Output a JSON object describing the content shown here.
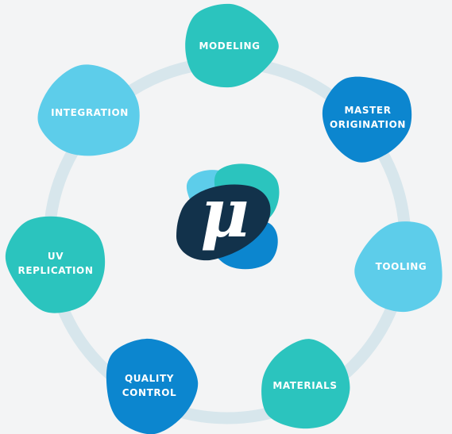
{
  "nodes": [
    {
      "id": "modeling",
      "label": "MODELING",
      "color": "#2bc4be"
    },
    {
      "id": "master-origination",
      "label": "MASTER\nORIGINATION",
      "color": "#0c86cf"
    },
    {
      "id": "tooling",
      "label": "TOOLING",
      "color": "#5dcdea"
    },
    {
      "id": "materials",
      "label": "MATERIALS",
      "color": "#2bc4be"
    },
    {
      "id": "quality-control",
      "label": "QUALITY\nCONTROL",
      "color": "#0c86cf"
    },
    {
      "id": "uv-replication",
      "label": "UV\nREPLICATION",
      "color": "#2bc4be"
    },
    {
      "id": "integration",
      "label": "INTEGRATION",
      "color": "#5dcdea"
    }
  ],
  "logo": {
    "glyph": "μ",
    "colors": {
      "light": "#5dcdea",
      "teal": "#2bc4be",
      "blue": "#0c86cf",
      "navy": "#12324b"
    }
  },
  "ring_color": "#d7e6ec",
  "background": "#f3f4f5"
}
